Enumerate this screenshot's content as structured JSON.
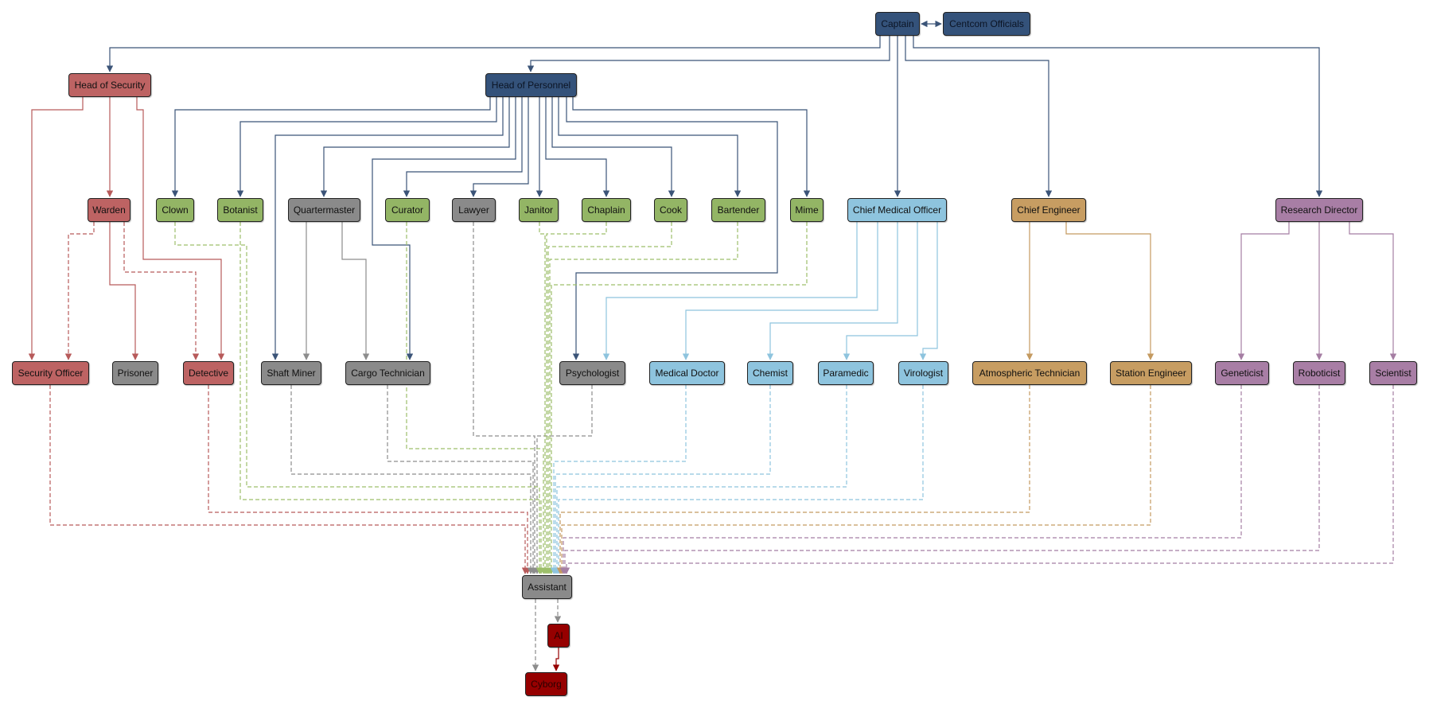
{
  "diagram": {
    "colors": {
      "command": "#34527a",
      "security": "#bd6363",
      "service": "#93b565",
      "grey": "#8a8a8a",
      "medical": "#8ec4de",
      "engineering": "#c79d62",
      "science": "#a87ea5",
      "silicon": "#960000",
      "edge_command": "#3b5478",
      "edge_security": "#b75a5a",
      "edge_service": "#9dbf6a",
      "edge_grey": "#8d8d8d",
      "edge_medical": "#8ec4de",
      "edge_engineering": "#c49a60",
      "edge_science": "#a57ea3",
      "edge_silicon": "#960000"
    },
    "nodes": {
      "captain": "Captain",
      "centcom": "Centcom Officials",
      "hos": "Head of Security",
      "hop": "Head of Personnel",
      "warden": "Warden",
      "clown": "Clown",
      "botanist": "Botanist",
      "quartermaster": "Quartermaster",
      "curator": "Curator",
      "lawyer": "Lawyer",
      "janitor": "Janitor",
      "chaplain": "Chaplain",
      "cook": "Cook",
      "bartender": "Bartender",
      "mime": "Mime",
      "cmo": "Chief Medical Officer",
      "ce": "Chief Engineer",
      "rd": "Research Director",
      "secoff": "Security Officer",
      "prisoner": "Prisoner",
      "detective": "Detective",
      "miner": "Shaft Miner",
      "cargo": "Cargo Technician",
      "psych": "Psychologist",
      "md": "Medical Doctor",
      "chemist": "Chemist",
      "paramedic": "Paramedic",
      "virologist": "Virologist",
      "atmos": "Atmospheric Technician",
      "stateng": "Station Engineer",
      "geneticist": "Geneticist",
      "roboticist": "Roboticist",
      "scientist": "Scientist",
      "assistant": "Assistant",
      "ai": "AI",
      "cyborg": "Cyborg"
    }
  }
}
